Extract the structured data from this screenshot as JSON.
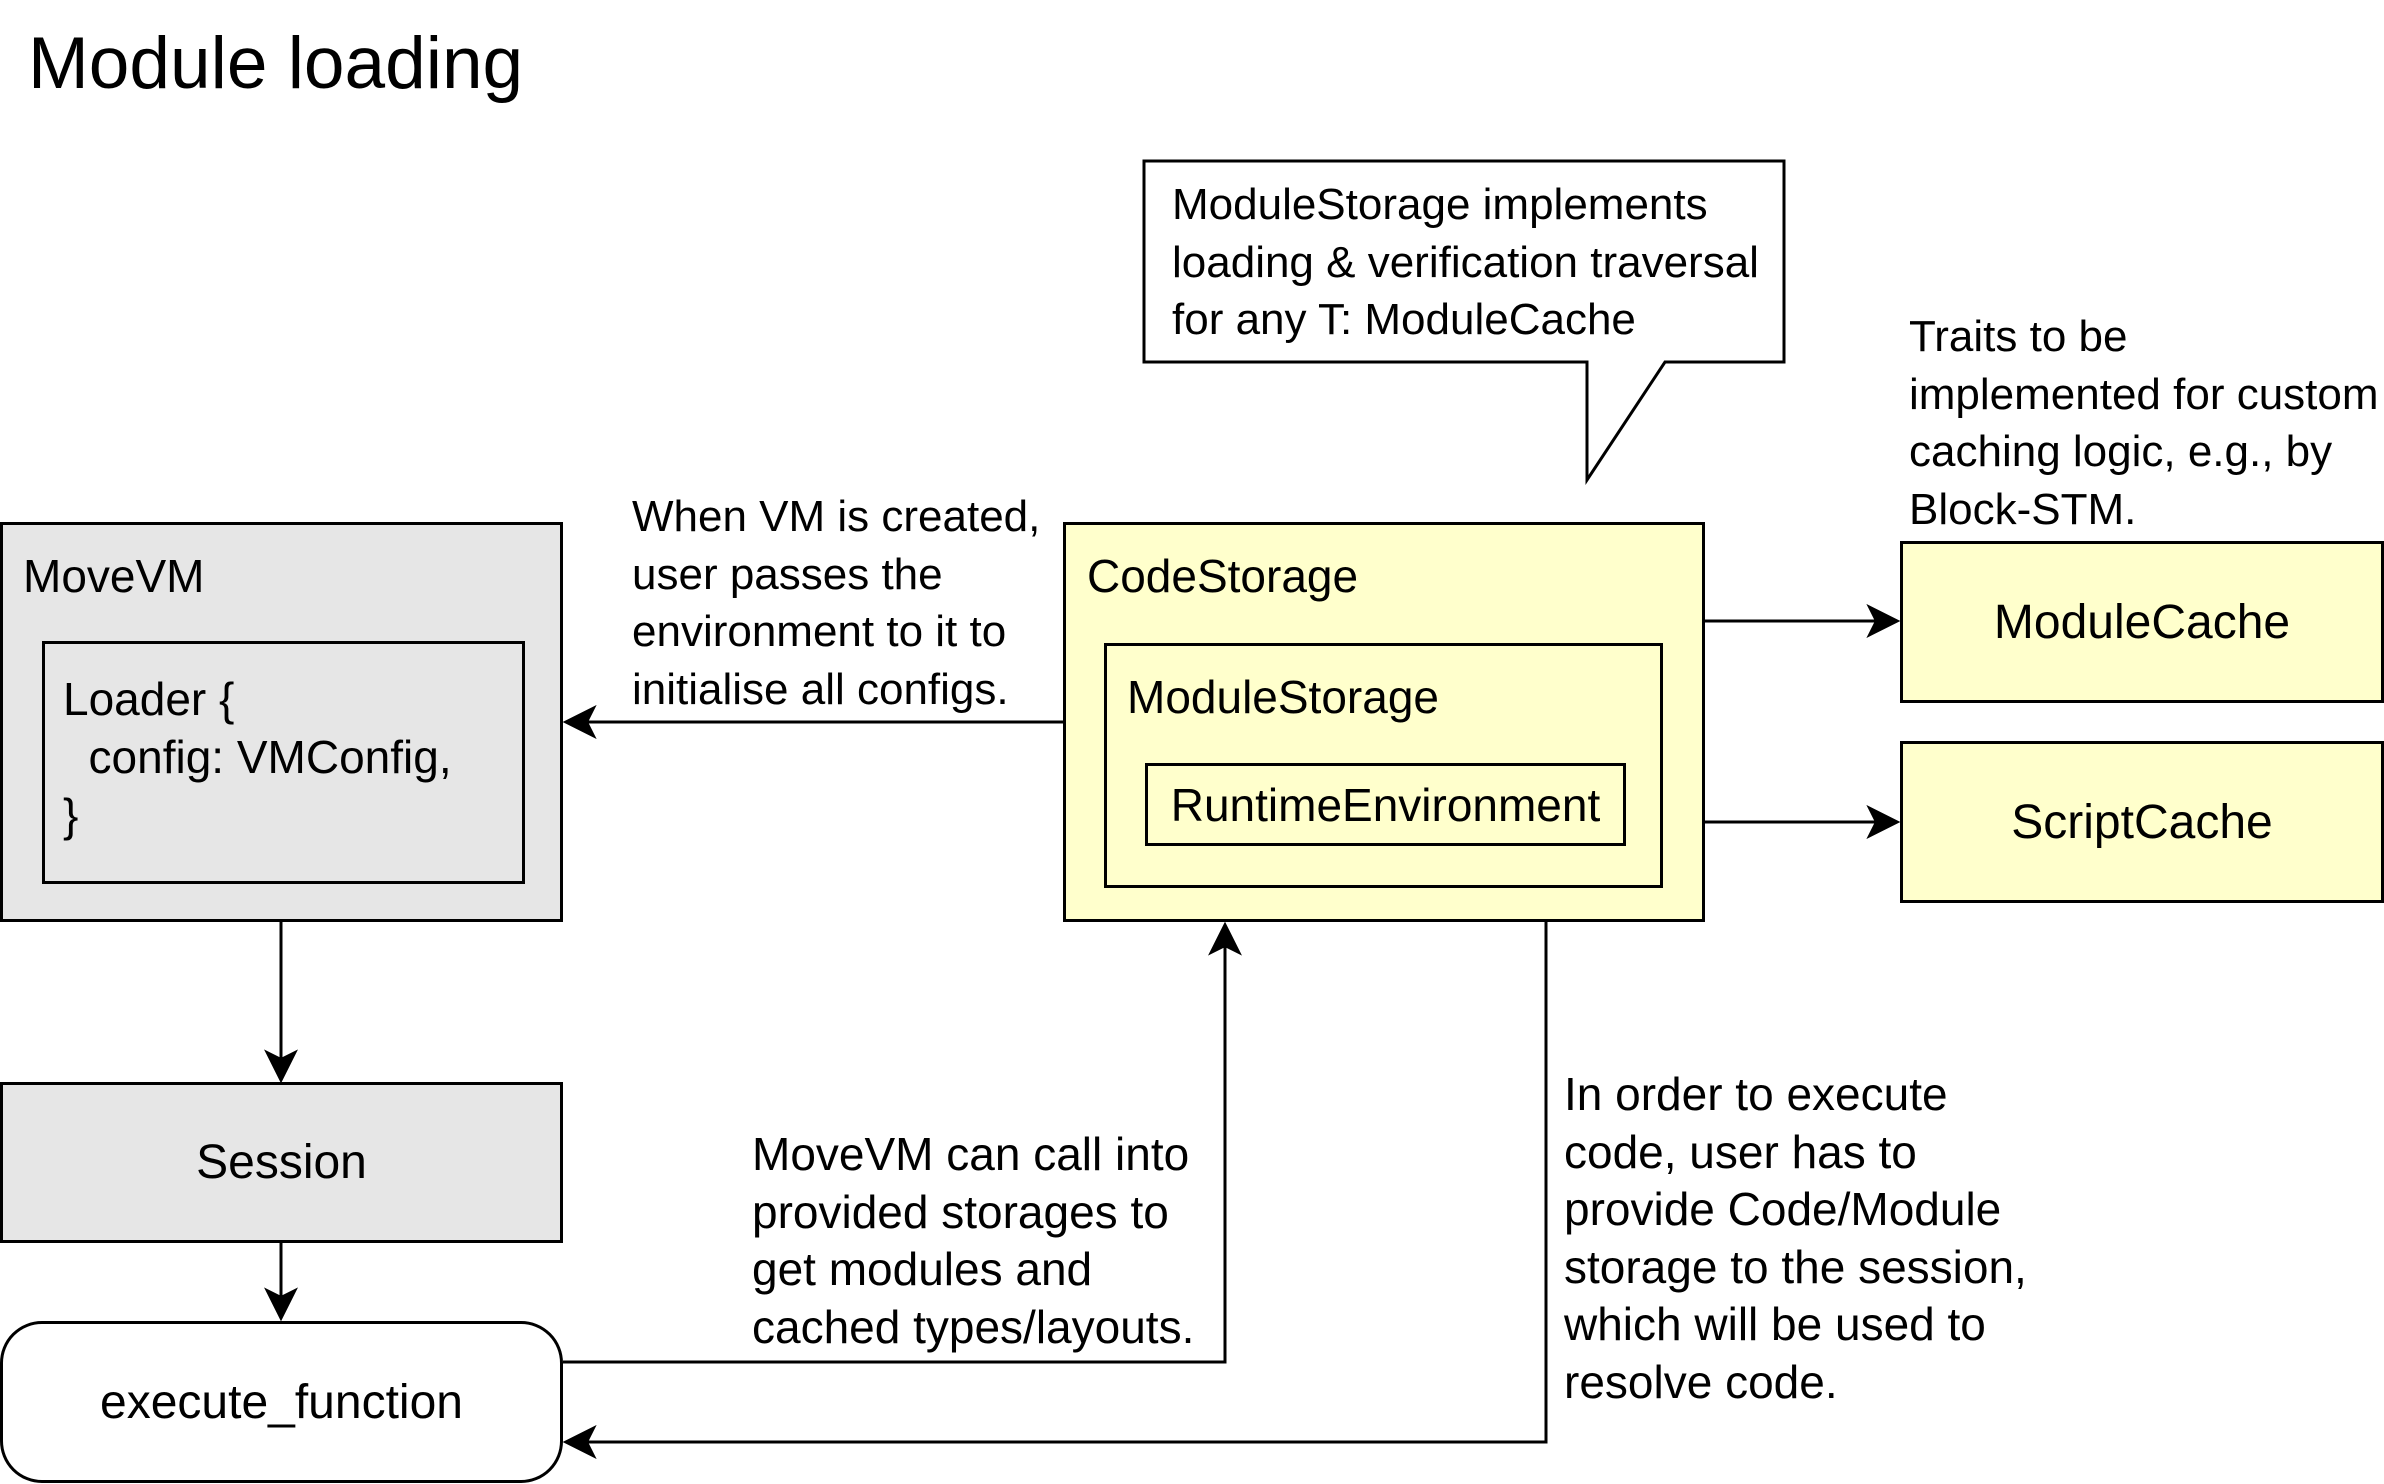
{
  "title": "Module loading",
  "nodes": {
    "movevm": {
      "label": "MoveVM",
      "loader_lines": [
        "Loader {",
        "  config: VMConfig,",
        "}"
      ]
    },
    "session": {
      "label": "Session"
    },
    "execute_function": {
      "label": "execute_function"
    },
    "code_storage": {
      "label": "CodeStorage",
      "module_storage": {
        "label": "ModuleStorage",
        "runtime_environment": "RuntimeEnvironment"
      }
    },
    "module_cache": {
      "label": "ModuleCache"
    },
    "script_cache": {
      "label": "ScriptCache"
    }
  },
  "annotations": {
    "callout": [
      "ModuleStorage implements",
      "loading & verification traversal",
      "for any T: ModuleCache"
    ],
    "traits": [
      "Traits to be",
      "implemented for custom",
      "caching logic, e.g., by",
      "Block-STM."
    ],
    "vm_created": [
      "When VM is created,",
      "user passes the",
      "environment to it to",
      "initialise all configs."
    ],
    "movevm_call": [
      "MoveVM can call into",
      "provided storages to",
      "get modules and",
      "cached types/layouts."
    ],
    "execute_order": [
      "In order to execute",
      "code, user has to",
      "provide Code/Module",
      "storage to the session,",
      "which will be used to",
      "resolve code."
    ]
  },
  "colors": {
    "vm_fill": "#e6e6e6",
    "storage_fill": "#ffffcc",
    "stroke": "#000000"
  }
}
